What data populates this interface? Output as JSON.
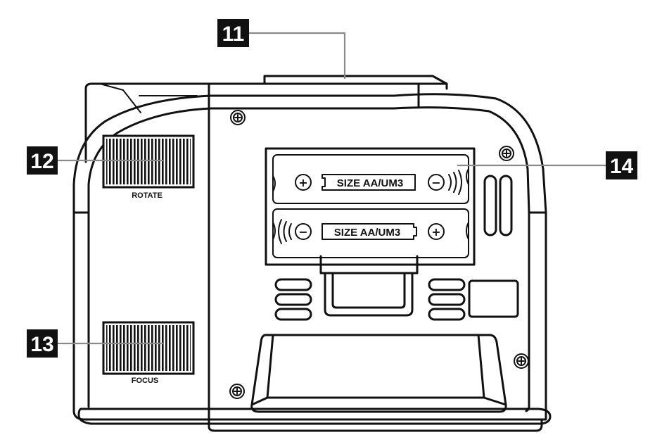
{
  "callouts": {
    "c11": "11",
    "c12": "12",
    "c13": "13",
    "c14": "14"
  },
  "dials": {
    "rotate_label": "ROTATE",
    "focus_label": "FOCUS"
  },
  "battery_compartment": {
    "battery_top_label": "SIZE AA/UM3",
    "battery_bottom_label": "SIZE AA/UM3",
    "plus_sign": "+",
    "minus_sign": "−"
  },
  "colors": {
    "outline": "#111111",
    "leader_line": "#8a8a8a",
    "callout_fill": "#111111",
    "callout_text": "#ffffff"
  }
}
